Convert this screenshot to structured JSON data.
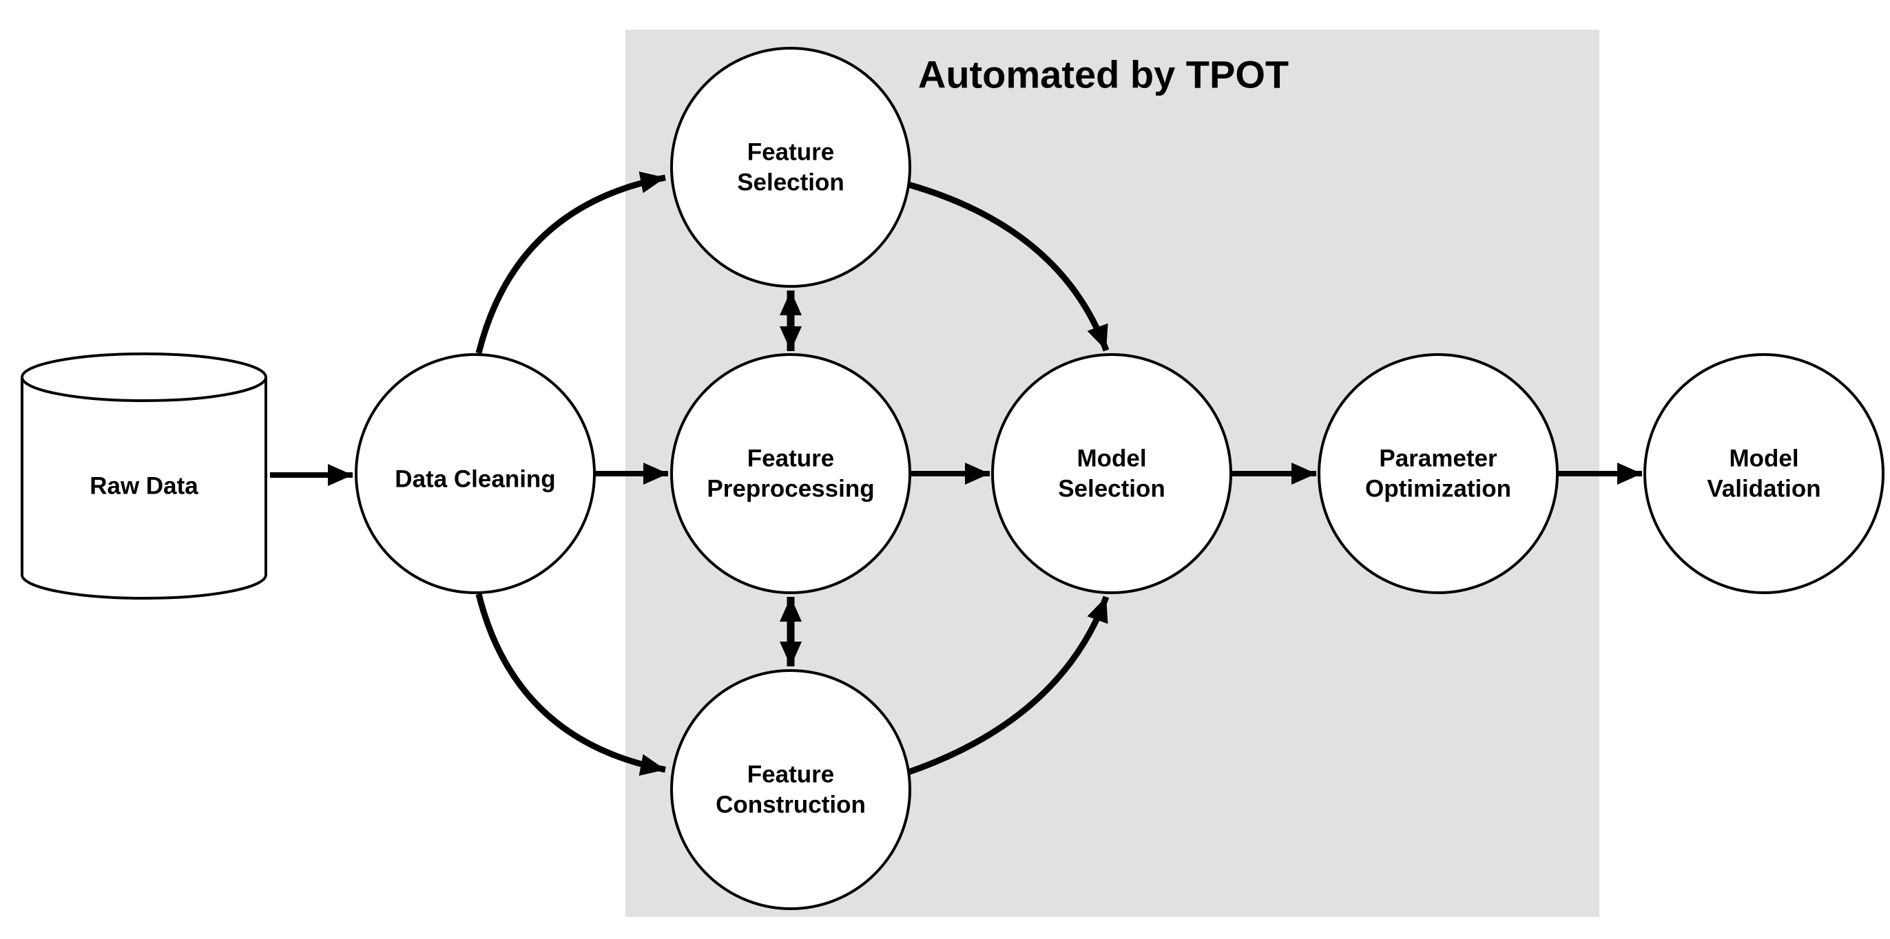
{
  "title": "Automated by TPOT",
  "colors": {
    "background": "#ffffff",
    "automated_region": "#e1e1e1",
    "node_fill": "#ffffff",
    "line": "#000000"
  },
  "nodes": {
    "raw_data": {
      "label": "Raw Data",
      "shape": "cylinder",
      "automated": false
    },
    "data_cleaning": {
      "label": "Data Cleaning",
      "shape": "circle",
      "automated": false
    },
    "feature_selection": {
      "label_line1": "Feature",
      "label_line2": "Selection",
      "shape": "circle",
      "automated": true
    },
    "feature_preprocessing": {
      "label_line1": "Feature",
      "label_line2": "Preprocessing",
      "shape": "circle",
      "automated": true
    },
    "feature_construction": {
      "label_line1": "Feature",
      "label_line2": "Construction",
      "shape": "circle",
      "automated": true
    },
    "model_selection": {
      "label_line1": "Model",
      "label_line2": "Selection",
      "shape": "circle",
      "automated": true
    },
    "parameter_optimization": {
      "label_line1": "Parameter",
      "label_line2": "Optimization",
      "shape": "circle",
      "automated": true
    },
    "model_validation": {
      "label_line1": "Model",
      "label_line2": "Validation",
      "shape": "circle",
      "automated": false
    }
  },
  "edges": [
    {
      "from": "raw_data",
      "to": "data_cleaning",
      "type": "arrow",
      "style": "straight"
    },
    {
      "from": "data_cleaning",
      "to": "feature_selection",
      "type": "arrow",
      "style": "curved"
    },
    {
      "from": "data_cleaning",
      "to": "feature_preprocessing",
      "type": "arrow",
      "style": "straight"
    },
    {
      "from": "data_cleaning",
      "to": "feature_construction",
      "type": "arrow",
      "style": "curved"
    },
    {
      "from": "feature_selection",
      "to": "feature_preprocessing",
      "type": "double-arrow",
      "style": "straight"
    },
    {
      "from": "feature_preprocessing",
      "to": "feature_construction",
      "type": "double-arrow",
      "style": "straight"
    },
    {
      "from": "feature_selection",
      "to": "model_selection",
      "type": "arrow",
      "style": "curved"
    },
    {
      "from": "feature_preprocessing",
      "to": "model_selection",
      "type": "arrow",
      "style": "straight"
    },
    {
      "from": "feature_construction",
      "to": "model_selection",
      "type": "arrow",
      "style": "curved"
    },
    {
      "from": "model_selection",
      "to": "parameter_optimization",
      "type": "arrow",
      "style": "straight"
    },
    {
      "from": "parameter_optimization",
      "to": "model_validation",
      "type": "arrow",
      "style": "straight"
    }
  ]
}
